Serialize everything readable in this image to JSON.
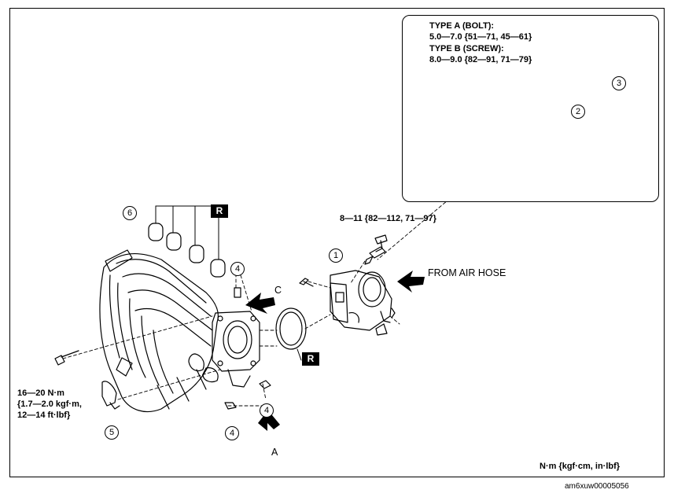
{
  "figure_id": "am6xuw00005056",
  "units_legend": "N·m {kgf·cm, in·lbf}",
  "inset": {
    "type_a_title": "TYPE A (BOLT):",
    "type_a_torque": "5.0—7.0 {51—71, 45—61}",
    "type_b_title": "TYPE B (SCREW):",
    "type_b_torque": "8.0—9.0 {82—91, 71—79}",
    "callout_2": "2",
    "callout_3": "3"
  },
  "main": {
    "throttle_bolt_torque": "8—11 {82—112, 71—97}",
    "from_air_hose": "FROM AIR HOSE",
    "manifold_torque_line1": "16—20 N·m",
    "manifold_torque_line2": "{1.7—2.0 kgf·m,",
    "manifold_torque_line3": "12—14 ft·lbf}",
    "view_a": "A",
    "view_c": "C",
    "replace_badge": "R",
    "callout_1": "1",
    "callout_4": "4",
    "callout_5": "5",
    "callout_6": "6"
  }
}
